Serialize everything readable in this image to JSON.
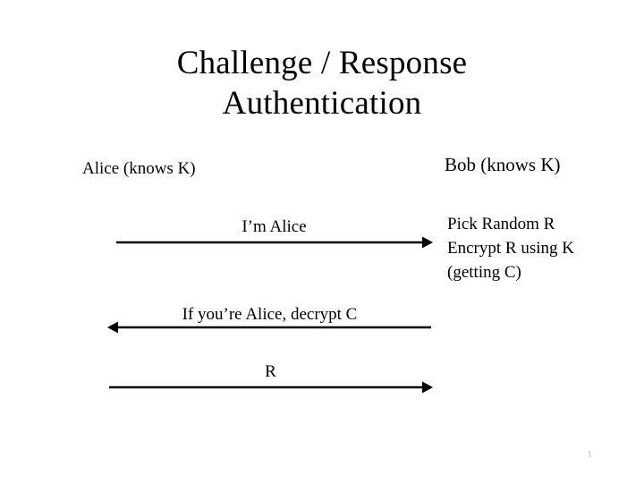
{
  "slide": {
    "title_lines": [
      "Challenge / Response",
      "Authentication"
    ],
    "background_color": "#ffffff",
    "text_color": "#000000",
    "page_number": "1"
  },
  "actors": {
    "left": "Alice (knows K)",
    "right": "Bob (knows K)"
  },
  "side_note": {
    "lines": [
      "Pick Random R",
      "Encrypt R using K",
      "(getting C)"
    ]
  },
  "messages": [
    {
      "label": "I’m Alice",
      "direction": "right",
      "from": "Alice",
      "to": "Bob"
    },
    {
      "label": "If you’re Alice, decrypt C",
      "direction": "left",
      "from": "Bob",
      "to": "Alice"
    },
    {
      "label": "R",
      "direction": "right",
      "from": "Alice",
      "to": "Bob"
    }
  ]
}
